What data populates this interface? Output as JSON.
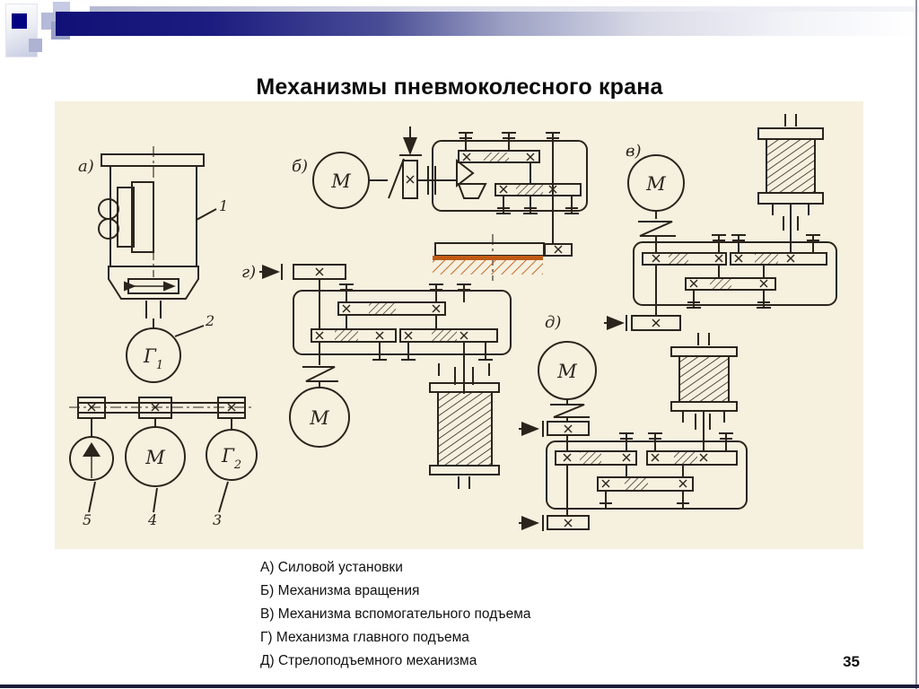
{
  "slide": {
    "title": "Механизмы пневмоколесного крана",
    "page_number": "35"
  },
  "legend": {
    "items": [
      "А) Силовой установки",
      "Б) Механизма вращения",
      "В) Механизма вспомогательного подъема",
      "Г) Механизма главного подъема",
      "Д) Стрелоподъемного механизма"
    ]
  },
  "diagram": {
    "section_labels": {
      "a": "а)",
      "b": "б)",
      "v": "в)",
      "g": "г)",
      "d": "д)"
    },
    "machine_labels": {
      "motor": "М",
      "generator": "Г",
      "gen1_index": "1",
      "gen2_index": "2"
    },
    "part_numbers": [
      "1",
      "2",
      "3",
      "4",
      "5"
    ]
  },
  "theme": {
    "navy_sq": "#020283",
    "lav1": "#c6cae2",
    "lav2": "#b5bad8",
    "lav3": "#9aa1c8",
    "lav4": "#aeb2d2",
    "paper": "#f6f0df",
    "ink": "#2b241c",
    "ground": "#c05a14",
    "bottom_line": "#1a1a3a"
  }
}
